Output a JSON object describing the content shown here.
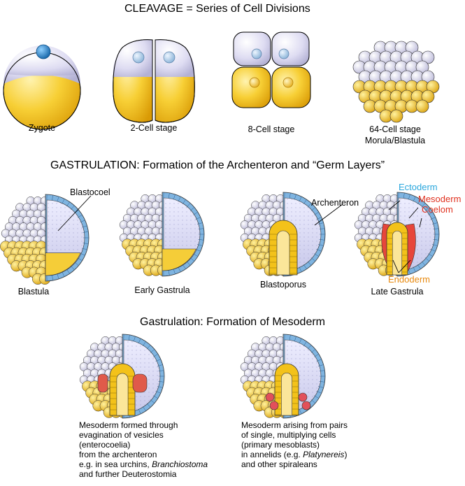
{
  "titles": {
    "cleavage": "CLEAVAGE = Series of Cell Divisions",
    "gastrulation": "GASTRULATION: Formation of the Archenteron and “Germ Layers”",
    "mesoderm": "Gastrulation: Formation of Mesoderm"
  },
  "cleavage_stages": [
    "Zygote",
    "2-Cell stage",
    "8-Cell stage",
    "64-Cell stage"
  ],
  "cleavage_subtitle": "Morula/Blastula",
  "gastrulation_stages": [
    "Blastula",
    "Early Gastrula",
    "Blastoporus",
    "Late Gastrula"
  ],
  "structure_labels": {
    "blastocoel": "Blastocoel",
    "archenteron": "Archenteron",
    "ectoderm": "Ectoderm",
    "mesoderm": "Mesoderm",
    "coelom": "Coelom",
    "endoderm": "Endoderm"
  },
  "mesoderm_text_left": {
    "l1": "Mesoderm formed through",
    "l2": "evagination of vesicles",
    "l3": "(enterocoelia)",
    "l4": "from the archenteron",
    "l5a": "e.g. in sea urchins, ",
    "l5b": "Branchiostoma",
    "l6": "and further Deuterostomia"
  },
  "mesoderm_text_right": {
    "l1": "Mesoderm arising from pairs",
    "l2": "of single, multiplying cells",
    "l3": "(primary mesoblasts)",
    "l4a": "in annelids (e.g. ",
    "l4b": "Platynereis",
    "l4c": ")",
    "l5": "and other spiraleans"
  },
  "colors": {
    "yolk": "#f3c21a",
    "yolk_light": "#fbe278",
    "animal": "#d9d9ef",
    "nucleus": "#1d7fc4",
    "ectoderm_label": "#2aa7dd",
    "mesoderm_label": "#e0301e",
    "endoderm_label": "#e88a10"
  }
}
